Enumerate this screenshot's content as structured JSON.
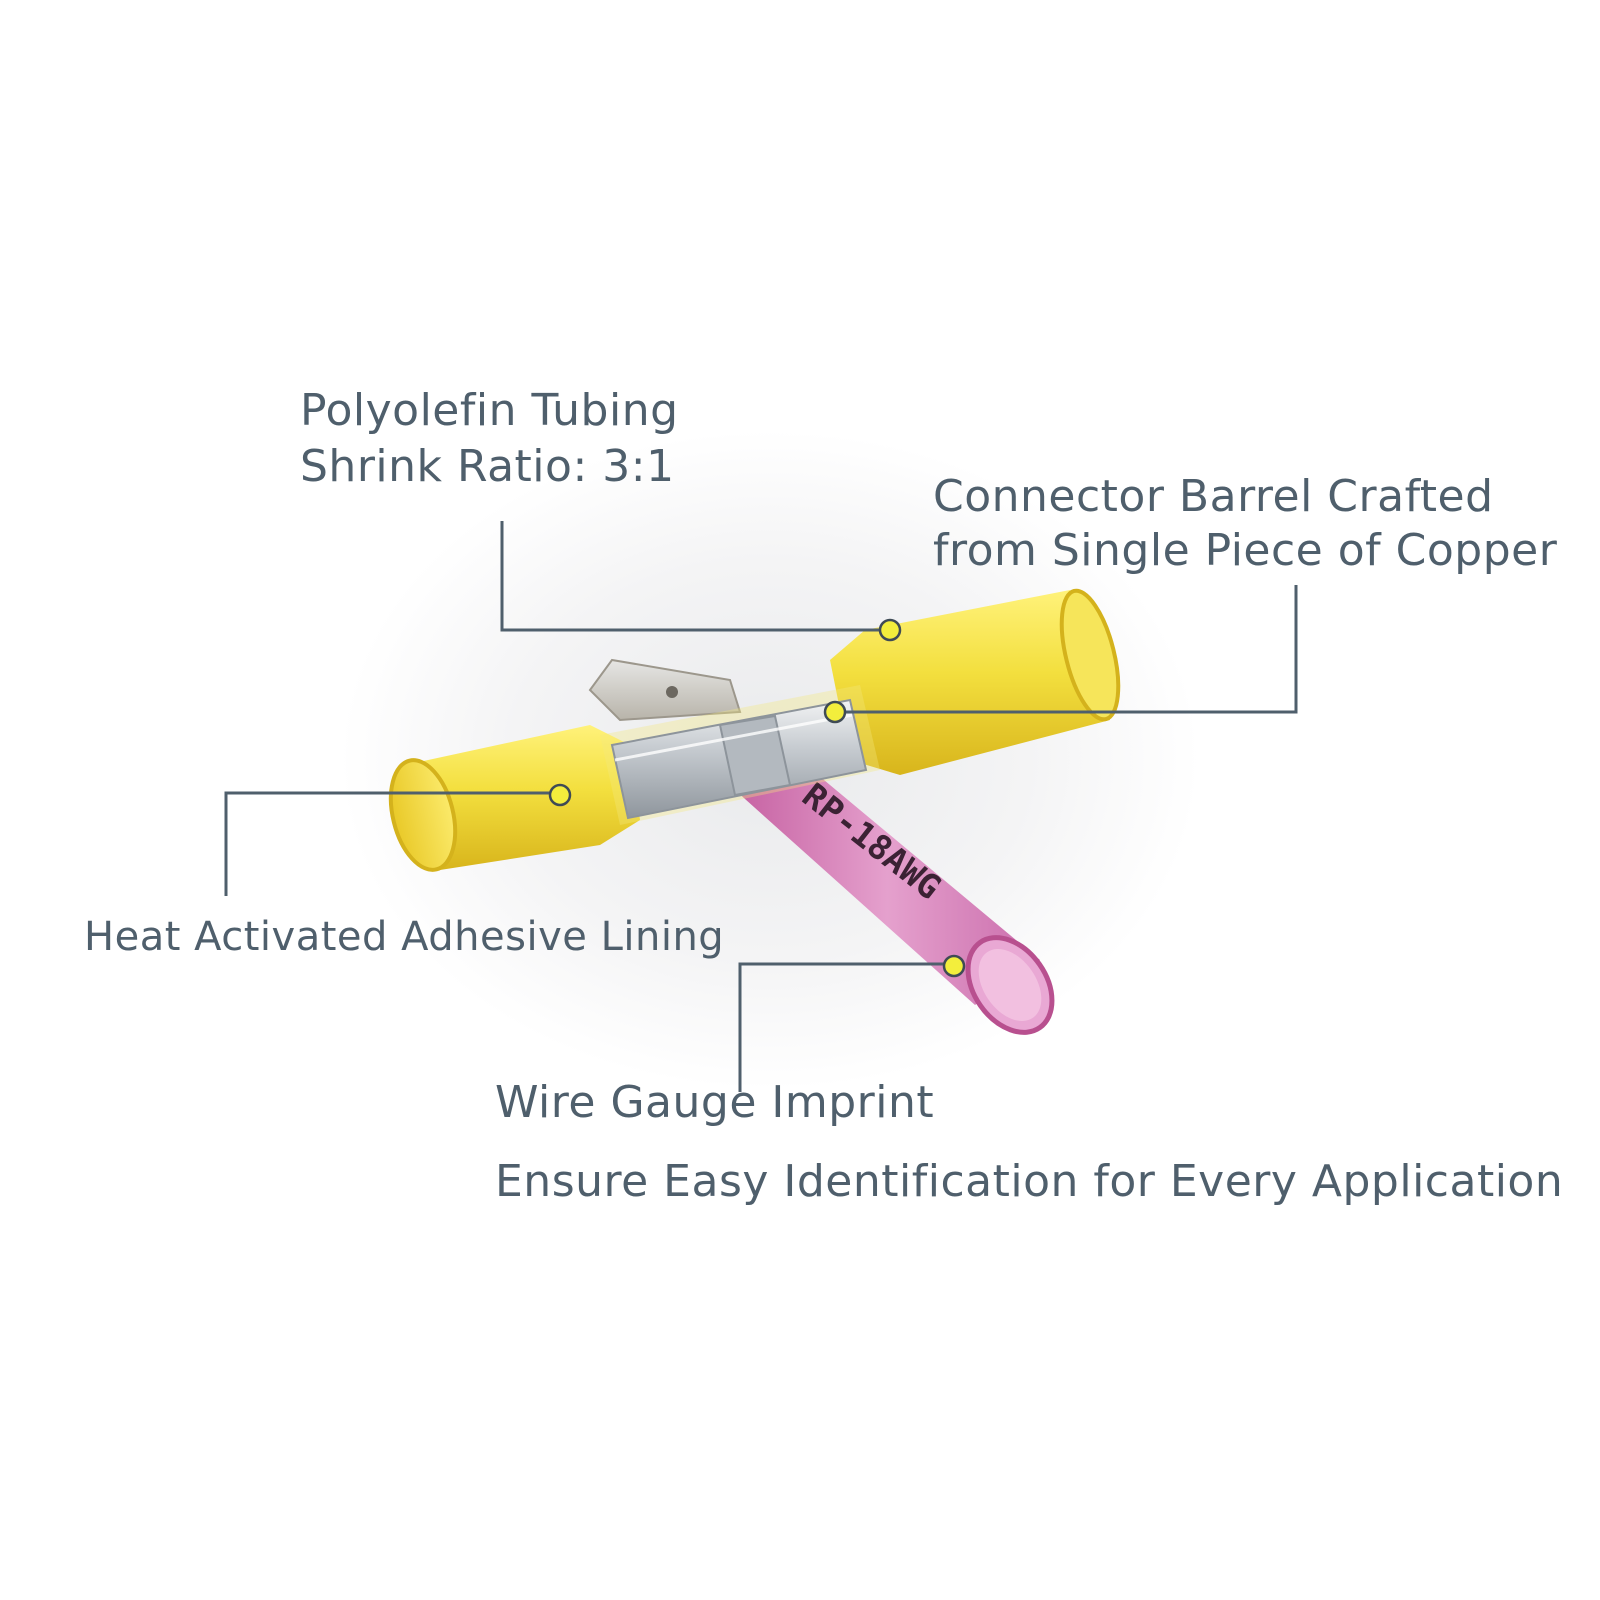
{
  "callouts": {
    "polyolefin": {
      "line1": "Polyolefin Tubing",
      "line2": "Shrink Ratio: 3:1"
    },
    "connector": {
      "line1": "Connector Barrel Crafted",
      "line2": "from Single Piece of Copper"
    },
    "adhesive": {
      "line1": "Heat Activated Adhesive Lining"
    },
    "gauge": {
      "line1": "Wire Gauge Imprint"
    }
  },
  "tagline": "Ensure Easy Identification for Every Application",
  "imprint_text": "RP-18AWG",
  "colors": {
    "callout_line": "#4f5f6c",
    "marker_dot": "#f3ee3c",
    "yellow_tube": "#f2e04a",
    "pink_tube": "#d479b4",
    "metal": "#c9cdd1"
  }
}
